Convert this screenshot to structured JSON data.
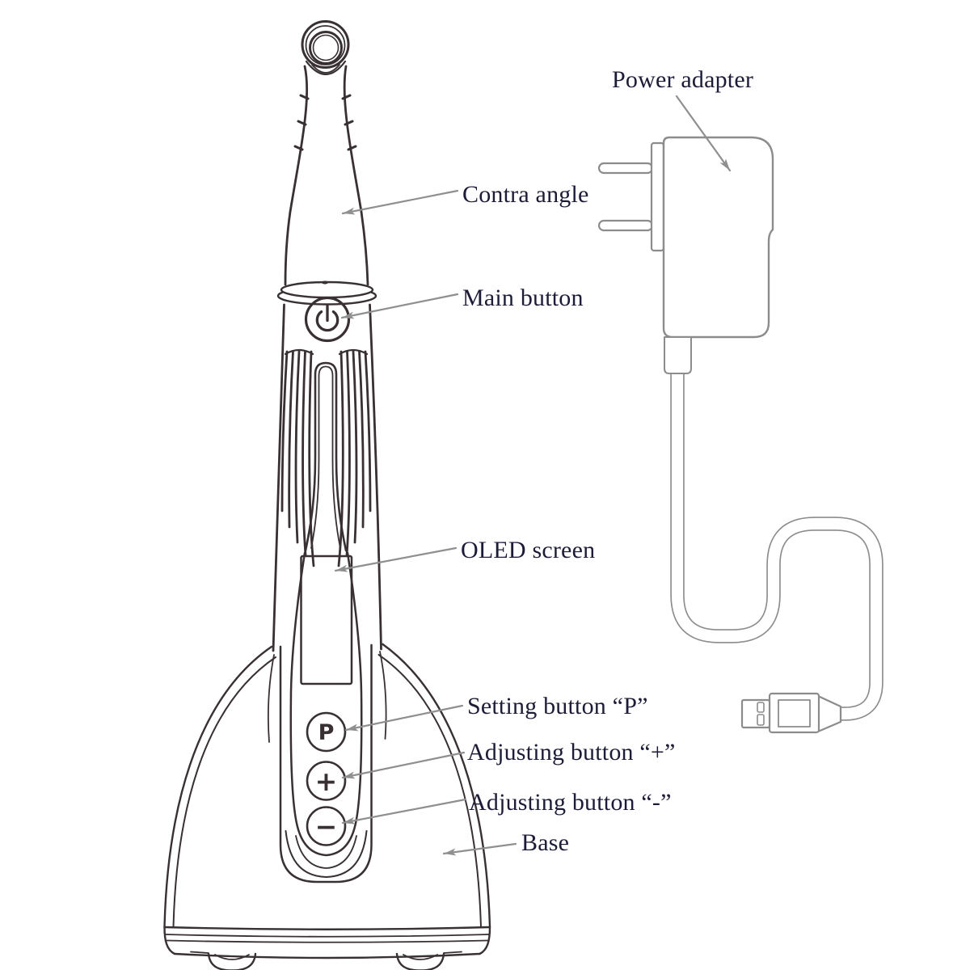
{
  "figure": {
    "labels": {
      "power_adapter": "Power adapter",
      "contra_angle": "Contra angle",
      "main_button": "Main button",
      "oled_screen": "OLED screen",
      "setting_button_p": "Setting button “P”",
      "adjusting_button_plus": "Adjusting button “+”",
      "adjusting_button_minus": "Adjusting button “-”",
      "base": "Base"
    },
    "handpiece_buttons": {
      "setting": "P",
      "plus": "+",
      "minus": "−"
    },
    "colors": {
      "background": "#ffffff",
      "label_text": "#1c1c38",
      "device_outline": "#383032",
      "accessory_outline": "#8c8c8c",
      "leader_line": "#8f8f8f"
    }
  }
}
